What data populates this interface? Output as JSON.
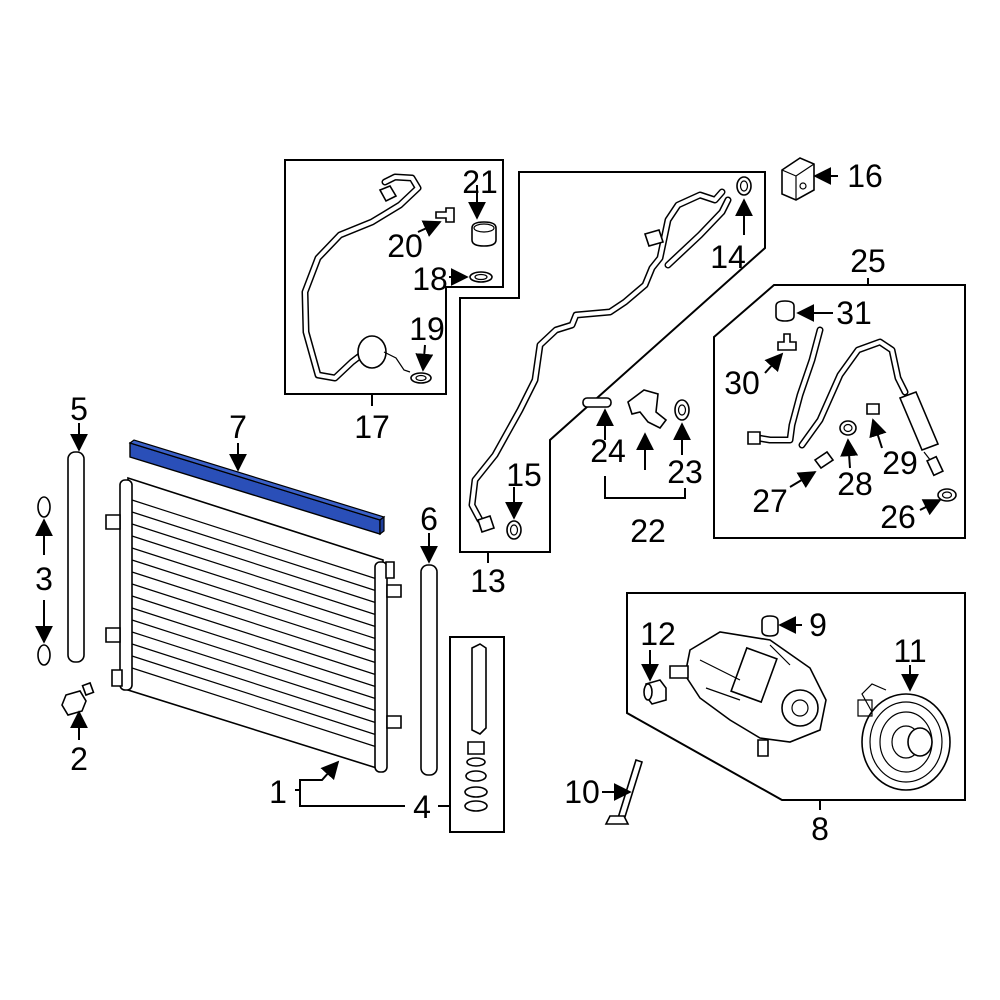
{
  "colors": {
    "highlight": "#2a4fb8",
    "line": "#000000",
    "background": "#ffffff"
  },
  "callouts": {
    "c1": "1",
    "c2": "2",
    "c3": "3",
    "c4": "4",
    "c5": "5",
    "c6": "6",
    "c7": "7",
    "c8": "8",
    "c9": "9",
    "c10": "10",
    "c11": "11",
    "c12": "12",
    "c13": "13",
    "c14": "14",
    "c15": "15",
    "c16": "16",
    "c17": "17",
    "c18": "18",
    "c19": "19",
    "c20": "20",
    "c21": "21",
    "c22": "22",
    "c23": "23",
    "c24": "24",
    "c25": "25",
    "c26": "26",
    "c27": "27",
    "c28": "28",
    "c29": "29",
    "c30": "30",
    "c31": "31"
  },
  "highlighted_part": "7"
}
